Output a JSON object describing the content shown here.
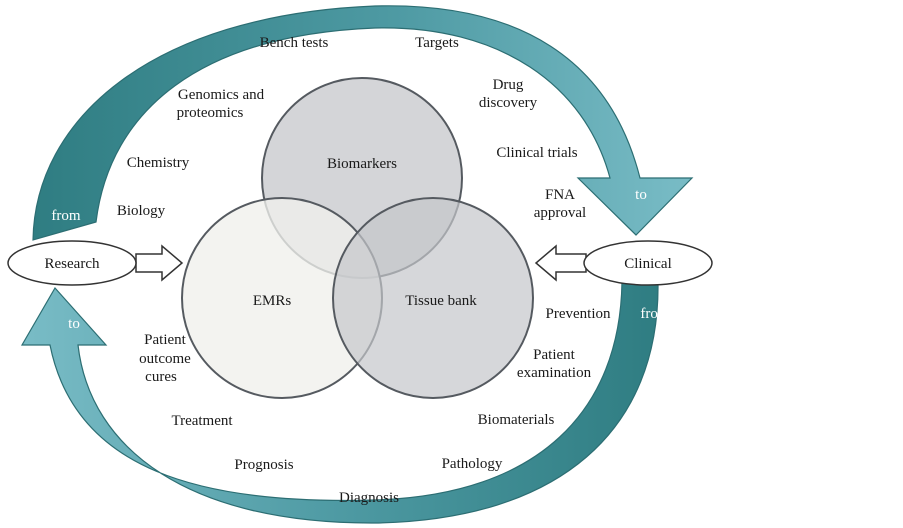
{
  "nodes": {
    "research": "Research",
    "clinical": "Clinical"
  },
  "circles": {
    "biomarkers": "Biomarkers",
    "emrs": "EMRs",
    "tissue_bank": "Tissue bank"
  },
  "arrows": {
    "top_from": "from",
    "top_to": "to",
    "bottom_from": "from",
    "bottom_to": "to"
  },
  "top_labels": {
    "bench_tests": "Bench tests",
    "targets": "Targets",
    "genomics_1": "Genomics and",
    "genomics_2": "proteomics",
    "drug_1": "Drug",
    "drug_2": "discovery",
    "chemistry": "Chemistry",
    "clinical_trials": "Clinical trials",
    "fna_1": "FNA",
    "fna_2": "approval",
    "biology": "Biology"
  },
  "bottom_labels": {
    "patient_outcome_1": "Patient",
    "patient_outcome_2": "outcome",
    "patient_outcome_3": "cures",
    "prevention": "Prevention",
    "patient_exam_1": "Patient",
    "patient_exam_2": "examination",
    "treatment": "Treatment",
    "biomaterials": "Biomaterials",
    "prognosis": "Prognosis",
    "pathology": "Pathology",
    "diagnosis": "Diagnosis"
  },
  "colors": {
    "arrow_light": "#6ab3bd",
    "arrow_dark": "#2f7d82",
    "circle_stroke": "#555a60",
    "biomarkers_fill": "#cfd0d4",
    "emrs_fill": "#f0f0ec",
    "tissue_fill": "#c4c6cb"
  }
}
